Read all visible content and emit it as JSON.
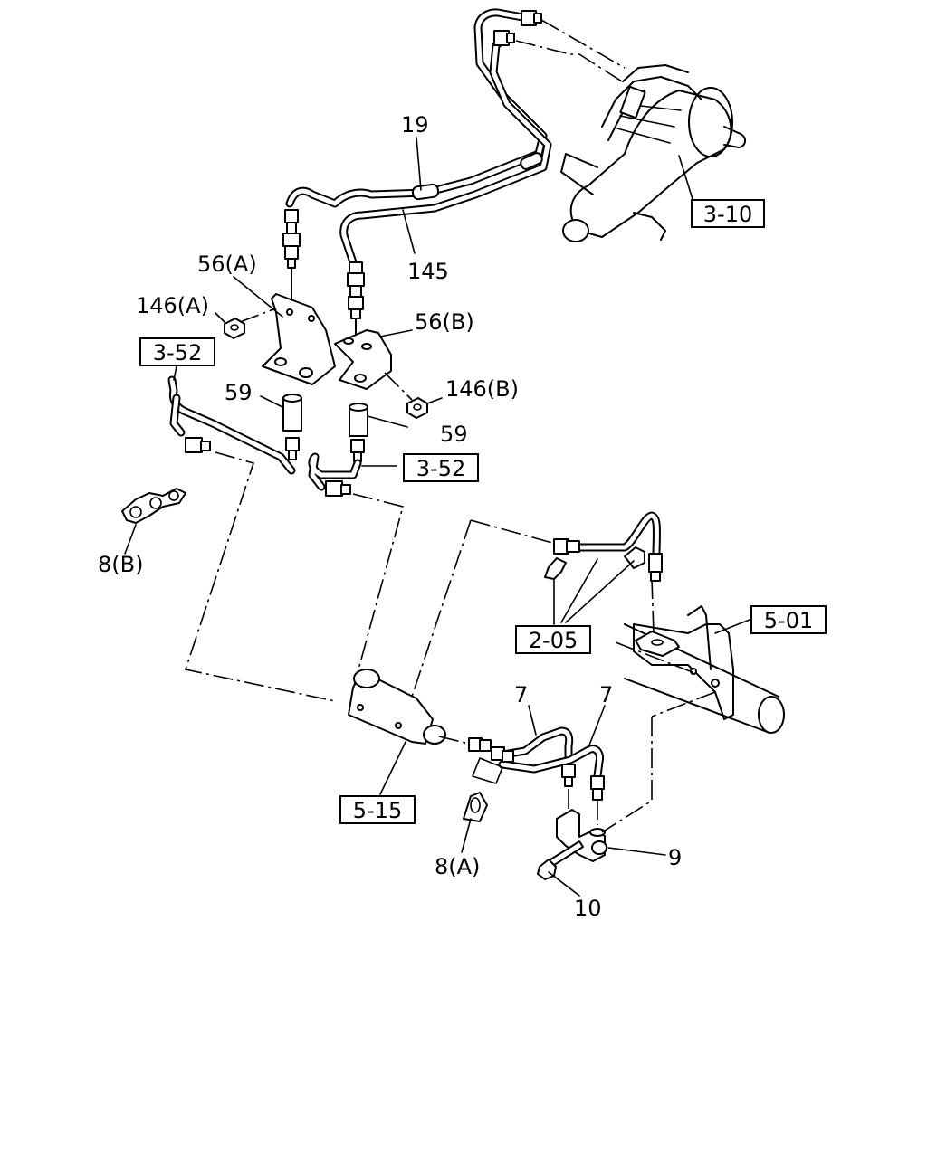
{
  "labels": {
    "p19": "19",
    "p145": "145",
    "p56a": "56(A)",
    "p56b": "56(B)",
    "p146a": "146(A)",
    "p146b": "146(B)",
    "p59_left": "59",
    "p59_right": "59",
    "p8b": "8(B)",
    "p8a": "8(A)",
    "p7_left": "7",
    "p7_right": "7",
    "p9": "9",
    "p10": "10"
  },
  "references": {
    "r3_10": "3-10",
    "r3_52_left": "3-52",
    "r3_52_right": "3-52",
    "r2_05": "2-05",
    "r5_01": "5-01",
    "r5_15": "5-15"
  }
}
